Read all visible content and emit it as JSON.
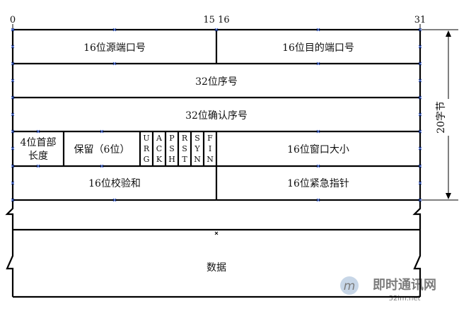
{
  "ruler": {
    "start": "0",
    "mid": "15 16",
    "end": "31"
  },
  "rows": {
    "ports": {
      "src": "16位源端口号",
      "dst": "16位目的端口号"
    },
    "seq": "32位序号",
    "ack": "32位确认序号",
    "control": {
      "hdr_len_line1": "4位首部",
      "hdr_len_line2": "长度",
      "reserved": "保留（6位）",
      "flags": [
        [
          "U",
          "R",
          "G"
        ],
        [
          "A",
          "C",
          "K"
        ],
        [
          "P",
          "S",
          "H"
        ],
        [
          "R",
          "S",
          "T"
        ],
        [
          "S",
          "Y",
          "N"
        ],
        [
          "F",
          "I",
          "N"
        ]
      ],
      "window": "16位窗口大小"
    },
    "checksum_row": {
      "checksum": "16位校验和",
      "urgent": "16位紧急指针"
    }
  },
  "side_label": "20字节",
  "data_label": "数据",
  "watermark": {
    "text": "即时通讯网",
    "sub": "52im.net"
  },
  "colors": {
    "line": "#000000",
    "handle": "#3a5fcd",
    "watermark": "#7f9ec0"
  }
}
